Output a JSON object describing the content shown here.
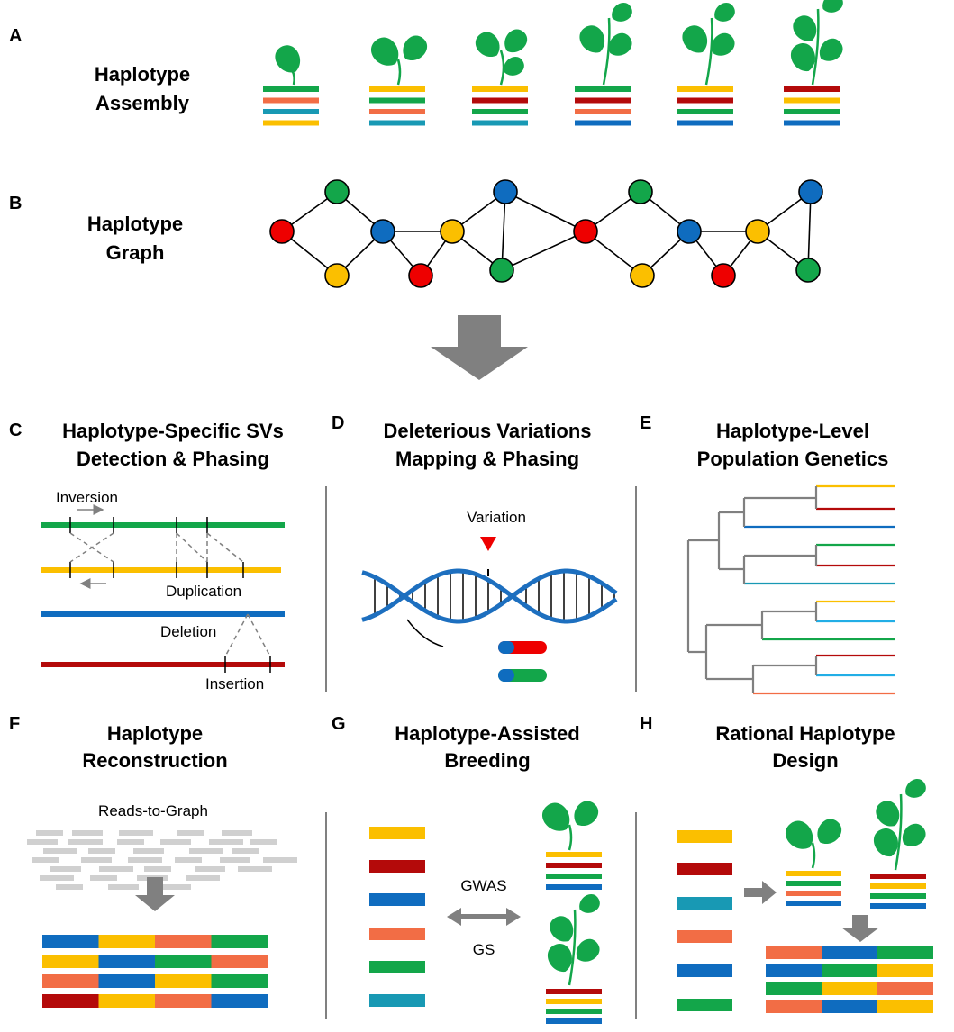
{
  "colors": {
    "green": "#13a64a",
    "yellow": "#fbbf00",
    "orange": "#f26d45",
    "blue": "#0f6cbf",
    "teal": "#1899b4",
    "red": "#b40a0a",
    "node_red": "#ee0000",
    "gray": "#808080",
    "light_gray": "#d0d0d0",
    "sky": "#22aee6"
  },
  "panels": {
    "A": {
      "letter": "A",
      "title_lines": [
        "Haplotype",
        "Assembly"
      ]
    },
    "B": {
      "letter": "B",
      "title_lines": [
        "Haplotype",
        "Graph"
      ]
    },
    "C": {
      "letter": "C",
      "title_lines": [
        "Haplotype-Specific SVs",
        "Detection & Phasing"
      ],
      "labels": {
        "inversion": "Inversion",
        "duplication": "Duplication",
        "deletion": "Deletion",
        "insertion": "Insertion"
      }
    },
    "D": {
      "letter": "D",
      "title_lines": [
        "Deleterious Variations",
        "Mapping & Phasing"
      ],
      "labels": {
        "variation": "Variation"
      }
    },
    "E": {
      "letter": "E",
      "title_lines": [
        "Haplotype-Level",
        "Population Genetics"
      ]
    },
    "F": {
      "letter": "F",
      "title_lines": [
        "Haplotype",
        "Reconstruction"
      ],
      "labels": {
        "reads": "Reads-to-Graph"
      }
    },
    "G": {
      "letter": "G",
      "title_lines": [
        "Haplotype-Assisted",
        "Breeding"
      ],
      "labels": {
        "gwas": "GWAS",
        "gs": "GS"
      }
    },
    "H": {
      "letter": "H",
      "title_lines": [
        "Rational Haplotype",
        "Design"
      ]
    }
  },
  "assembly_plants": [
    {
      "stage": 1,
      "stripes": [
        "green",
        "orange",
        "teal",
        "yellow"
      ]
    },
    {
      "stage": 2,
      "stripes": [
        "yellow",
        "green",
        "orange",
        "teal"
      ]
    },
    {
      "stage": 3,
      "stripes": [
        "yellow",
        "red",
        "green",
        "teal"
      ]
    },
    {
      "stage": 4,
      "stripes": [
        "green",
        "red",
        "orange",
        "blue"
      ]
    },
    {
      "stage": 4,
      "stripes": [
        "yellow",
        "red",
        "green",
        "blue"
      ]
    },
    {
      "stage": 5,
      "stripes": [
        "red",
        "yellow",
        "green",
        "blue"
      ]
    }
  ],
  "graph": {
    "nodes": [
      {
        "id": 0,
        "color": "node_red"
      },
      {
        "id": 1,
        "color": "green"
      },
      {
        "id": 2,
        "color": "yellow"
      },
      {
        "id": 3,
        "color": "blue"
      },
      {
        "id": 4,
        "color": "node_red"
      },
      {
        "id": 5,
        "color": "yellow"
      },
      {
        "id": 6,
        "color": "blue"
      },
      {
        "id": 7,
        "color": "green"
      },
      {
        "id": 8,
        "color": "node_red"
      },
      {
        "id": 9,
        "color": "green"
      },
      {
        "id": 10,
        "color": "yellow"
      },
      {
        "id": 11,
        "color": "blue"
      },
      {
        "id": 12,
        "color": "node_red"
      },
      {
        "id": 13,
        "color": "yellow"
      },
      {
        "id": 14,
        "color": "blue"
      },
      {
        "id": 15,
        "color": "green"
      }
    ],
    "edges": [
      [
        0,
        1
      ],
      [
        0,
        2
      ],
      [
        1,
        3
      ],
      [
        2,
        3
      ],
      [
        3,
        4
      ],
      [
        3,
        5
      ],
      [
        4,
        5
      ],
      [
        5,
        6
      ],
      [
        5,
        7
      ],
      [
        6,
        7
      ],
      [
        6,
        8
      ],
      [
        7,
        8
      ],
      [
        8,
        9
      ],
      [
        8,
        10
      ],
      [
        9,
        11
      ],
      [
        10,
        11
      ],
      [
        11,
        12
      ],
      [
        11,
        13
      ],
      [
        12,
        13
      ],
      [
        13,
        14
      ],
      [
        13,
        15
      ],
      [
        14,
        15
      ]
    ]
  },
  "reconstruction_rows": [
    [
      "blue",
      "yellow",
      "orange",
      "green"
    ],
    [
      "yellow",
      "blue",
      "green",
      "orange"
    ],
    [
      "orange",
      "blue",
      "yellow",
      "green"
    ],
    [
      "red",
      "yellow",
      "orange",
      "blue"
    ]
  ],
  "breeding_blocks": [
    "yellow",
    "red",
    "blue",
    "orange",
    "green",
    "teal"
  ],
  "design_blocks": [
    "yellow",
    "red",
    "teal",
    "orange",
    "blue",
    "green"
  ],
  "design_rows": [
    [
      "orange",
      "blue",
      "green"
    ],
    [
      "blue",
      "green",
      "yellow"
    ],
    [
      "green",
      "yellow",
      "orange"
    ],
    [
      "orange",
      "blue",
      "yellow"
    ]
  ]
}
